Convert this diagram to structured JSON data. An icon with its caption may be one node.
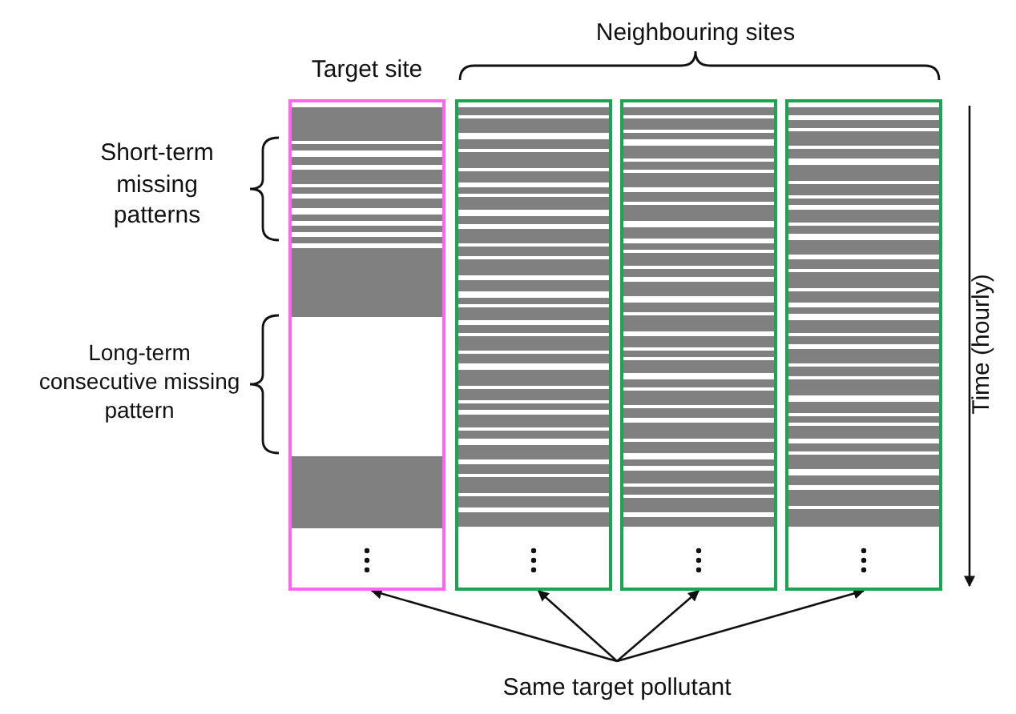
{
  "diagram": {
    "nodes": [
      {
        "text": [
          "Target site"
        ]
      },
      {
        "text": [],
        "shape": "box"
      },
      {
        "text": [],
        "shape": "box"
      },
      {
        "text": [],
        "shape": "box"
      },
      {
        "text": [
          "Same target pollutant"
        ]
      }
    ],
    "edges": [
      {
        "from": 4,
        "to": 0,
        "arrow": "to"
      },
      {
        "from": 4,
        "to": 1,
        "arrow": "to"
      },
      {
        "from": 4,
        "to": 2,
        "arrow": "to"
      },
      {
        "from": 4,
        "to": 3,
        "arrow": "to"
      }
    ],
    "labels": [
      "Neighbouring sites",
      "Short-term missing patterns",
      "Long-term consecutive missing pattern",
      "Time (hourly)"
    ]
  }
}
